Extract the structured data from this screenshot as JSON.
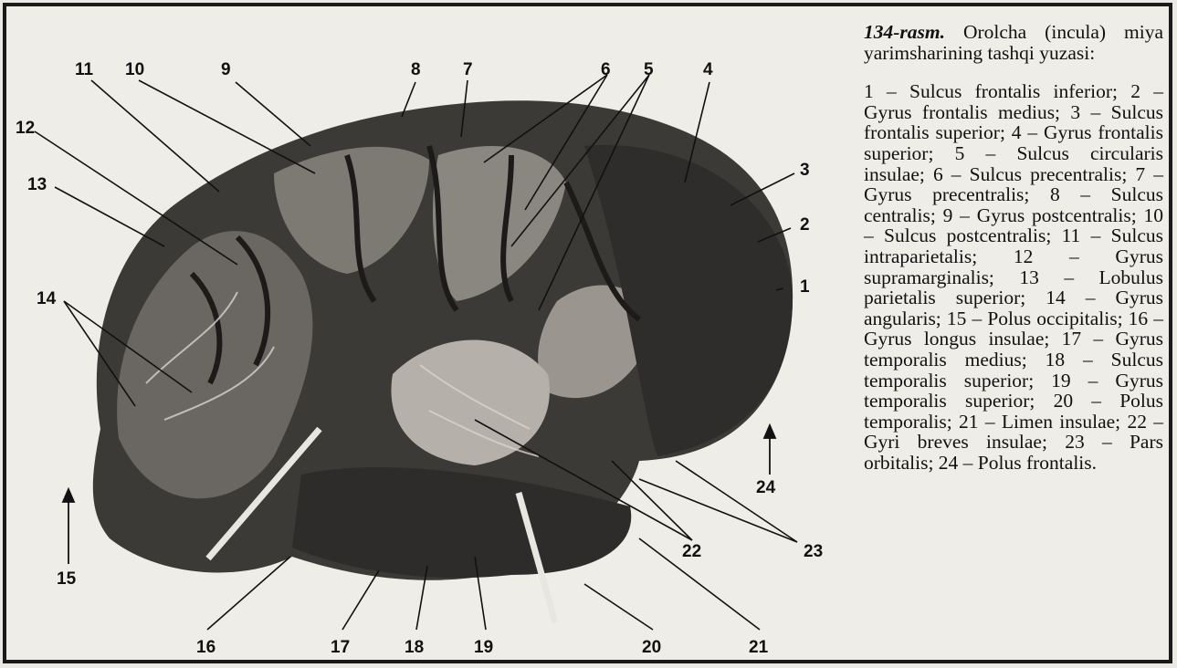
{
  "figure": {
    "labels": {
      "l1": "1",
      "l2": "2",
      "l3": "3",
      "l4": "4",
      "l5": "5",
      "l6": "6",
      "l7": "7",
      "l8": "8",
      "l9": "9",
      "l10": "10",
      "l11": "11",
      "l12": "12",
      "l13": "13",
      "l14": "14",
      "l15": "15",
      "l16": "16",
      "l17": "17",
      "l18": "18",
      "l19": "19",
      "l20": "20",
      "l21": "21",
      "l22": "22",
      "l23": "23",
      "l24": "24"
    }
  },
  "caption": {
    "figure_number": "134-rasm.",
    "title": "Orolcha (incula) miya yarimsharining tashqi yuzasi:",
    "body": "1 – Sulcus frontalis inferior; 2 – Gyrus frontalis medius; 3 – Sulcus frontalis superior; 4 – Gyrus frontalis superior; 5 – Sulcus circularis insulae; 6 – Sulcus precentralis; 7 – Gyrus precentralis; 8 – Sulcus centralis; 9 – Gyrus postcentralis; 10 – Sulcus postcentralis; 11 – Sulcus intraparietalis; 12 – Gyrus supramarginalis; 13 – Lobulus parietalis superior; 14 – Gyrus angularis; 15 – Polus occipitalis; 16 – Gyrus longus insulae; 17 – Gyrus temporalis medius; 18 – Sulcus temporalis superior; 19 – Gyrus temporalis superior; 20 – Polus temporalis; 21 – Limen insulae; 22 – Gyri breves insulae; 23 – Pars orbitalis; 24 – Polus frontalis."
  }
}
